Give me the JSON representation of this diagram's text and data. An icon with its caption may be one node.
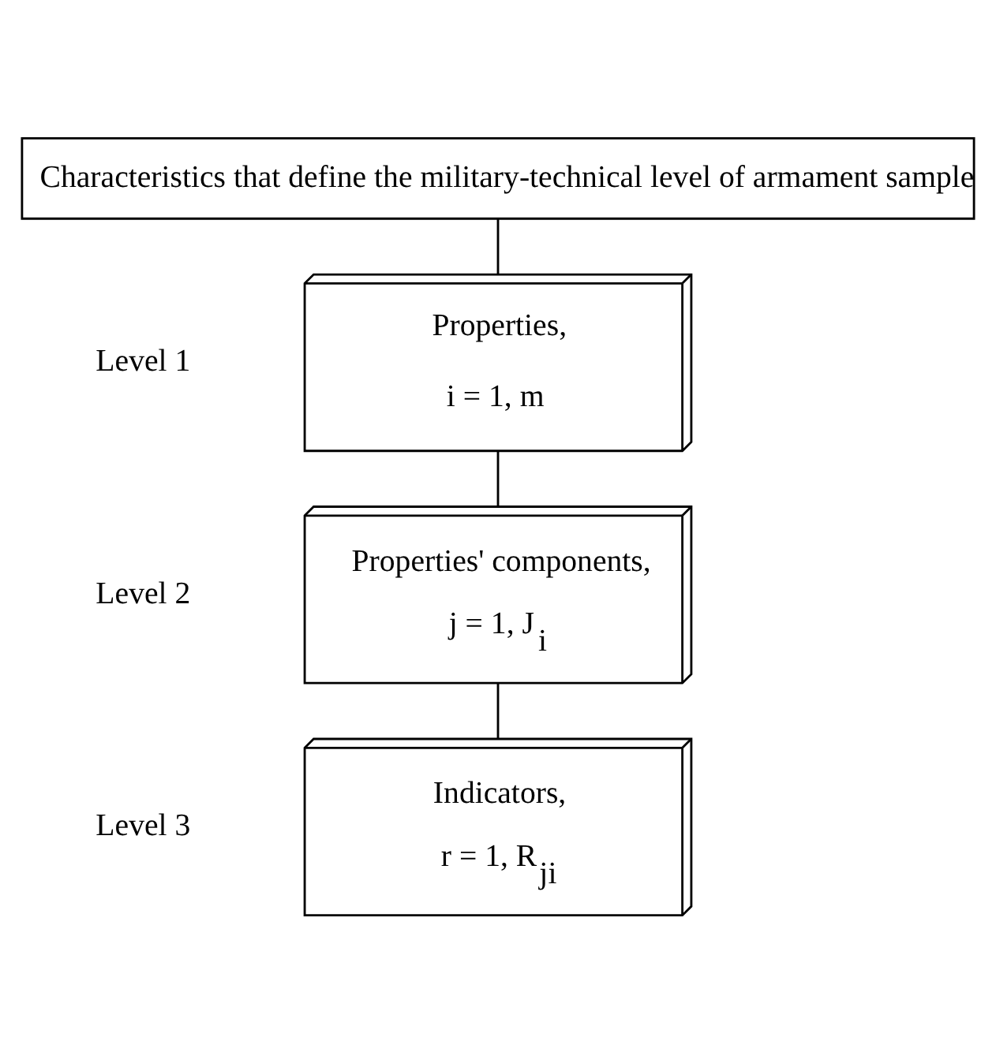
{
  "diagram": {
    "nodes": [
      {
        "text": [
          "Characteristics that define the military-technical level of armament sample"
        ]
      },
      {
        "text": [
          "Properties,",
          "i = 1, m"
        ]
      },
      {
        "text": [
          "Properties' components,",
          "j = 1, J$_{i}$"
        ]
      },
      {
        "text": [
          "Indicators,",
          "r = 1, R$_{ji}$"
        ]
      }
    ],
    "edges": [
      {
        "from": 0,
        "to": 1,
        "arrow": "none"
      },
      {
        "from": 1,
        "to": 2,
        "arrow": "none"
      },
      {
        "from": 2,
        "to": 3,
        "arrow": "none"
      }
    ],
    "labels": [
      "Level 1",
      "Level 2",
      "Level 3"
    ]
  }
}
